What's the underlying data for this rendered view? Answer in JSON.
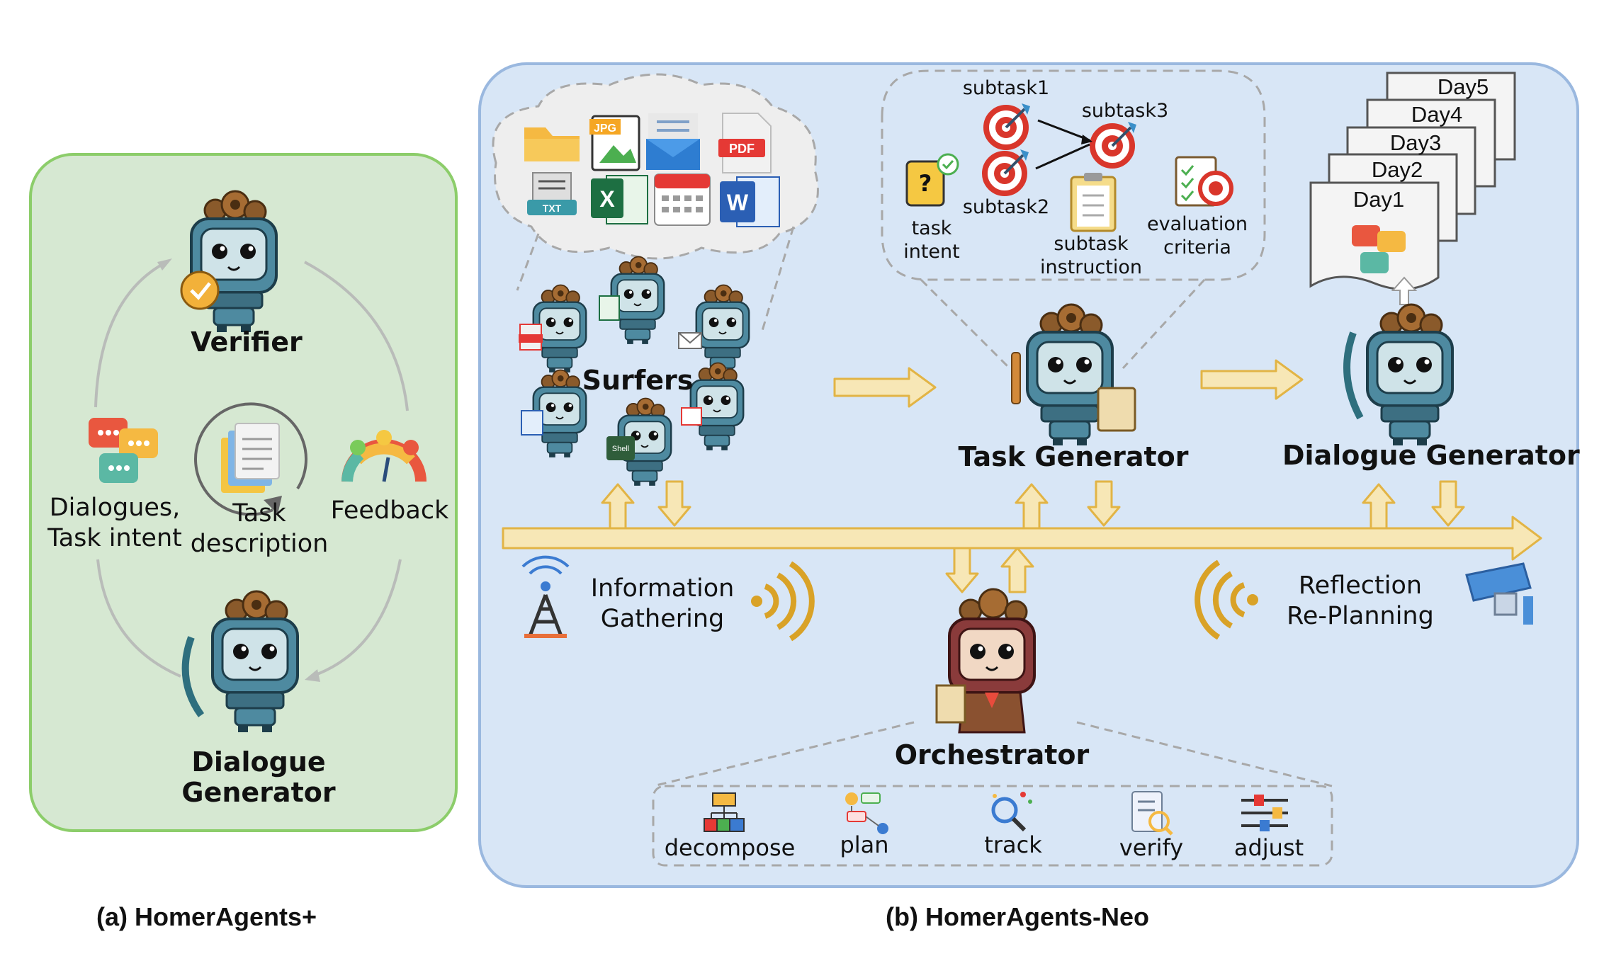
{
  "panel_a": {
    "caption": "(a)  HomerAgents+",
    "verifier": "Verifier",
    "dialogue_generator_line1": "Dialogue",
    "dialogue_generator_line2": "Generator",
    "dialogues_line1": "Dialogues,",
    "dialogues_line2": "Task intent",
    "task_line1": "Task",
    "task_line2": "description",
    "feedback": "Feedback"
  },
  "panel_b": {
    "caption": "(b) HomerAgents-Neo",
    "surfers": "Surfers",
    "task_generator": "Task Generator",
    "dialogue_generator": "Dialogue Generator",
    "orchestrator": "Orchestrator",
    "information_line1": "Information",
    "information_line2": "Gathering",
    "reflection_line1": "Reflection",
    "reflection_line2": "Re-Planning",
    "file_badges": {
      "jpg": "JPG",
      "pdf": "PDF",
      "txt": "TXT",
      "excel": "X",
      "word": "W",
      "shell": "Shell"
    },
    "subtasks": {
      "subtask1": "subtask1",
      "subtask2": "subtask2",
      "subtask3": "subtask3",
      "task_intent_line1": "task",
      "task_intent_line2": "intent",
      "subtask_instruction_line1": "subtask",
      "subtask_instruction_line2": "instruction",
      "evaluation_line1": "evaluation",
      "evaluation_line2": "criteria"
    },
    "days": [
      "Day5",
      "Day4",
      "Day3",
      "Day2",
      "Day1"
    ],
    "orchestrator_actions": [
      "decompose",
      "plan",
      "track",
      "verify",
      "adjust"
    ]
  },
  "colors": {
    "panel_a_fill": "#d6e8d2",
    "panel_a_border": "#8ccd6a",
    "panel_b_fill": "#d8e6f6",
    "panel_b_border": "#9ab8df",
    "arrow_fill": "#f7e7b6",
    "arrow_stroke": "#e2b445",
    "robot_body": "#4e8aa0",
    "robot_screen": "#cfe3e8",
    "orchestrator_body": "#8a3b3b",
    "target_red": "#d9362b",
    "dashed": "#a8a8a8"
  }
}
